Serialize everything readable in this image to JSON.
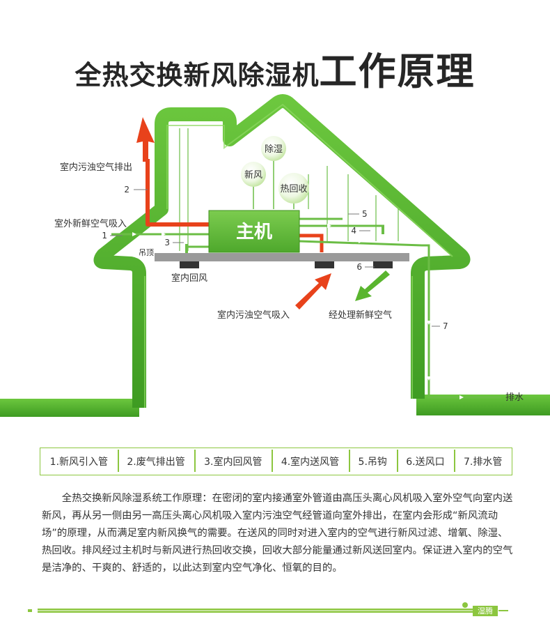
{
  "title": {
    "part1": "全热交换新风除湿机",
    "part2": "工作原理"
  },
  "diagram": {
    "host_label": "主机",
    "bubbles": {
      "dehumid": "除湿",
      "fresh": "新风",
      "heat": "热回收"
    },
    "ceiling_label": "吊顶",
    "labels": {
      "indoor_exhaust_out": "室内污浊空气排出",
      "outdoor_fresh_in": "室外新鲜空气吸入",
      "indoor_return": "室内回风",
      "indoor_exhaust_in": "室内污浊空气吸入",
      "treated_air": "经处理新鲜空气",
      "drain": "排水"
    },
    "numbers": {
      "n1": "1",
      "n2": "2",
      "n3": "3",
      "n4": "4",
      "n5": "5",
      "n6": "6",
      "n7": "7"
    },
    "colors": {
      "house": "#5ab52f",
      "house_dark": "#3f8f1f",
      "pipe": "#6bbd45",
      "exhaust": "#e8421b",
      "ceiling": "#9a9a9a"
    }
  },
  "legend": [
    "1.新风引入管",
    "2.废气排出管",
    "3.室内回风管",
    "4.室内送风管",
    "5.吊钩",
    "6.送风口",
    "7.排水管"
  ],
  "description": "全热交换新风除湿系统工作原理：在密闭的室内接通室外管道由高压头离心风机吸入室外空气向室内送新风，再从另一侧由另一高压头离心风机吸入室内污浊空气经管道向室外排出，在室内会形成“新风流动场”的原理，从而满足室内新风换气的需要。在送风的同时对进入室内的空气进行新风过滤、增氧、除湿、热回收。排风经过主机时与新风进行热回收交换，回收大部分能量通过新风送回室内。保证进入室内的空气是洁净的、干爽的、舒适的，以此达到室内空气净化、恒氧的目的。",
  "footer": {
    "brand": "湿腾"
  }
}
